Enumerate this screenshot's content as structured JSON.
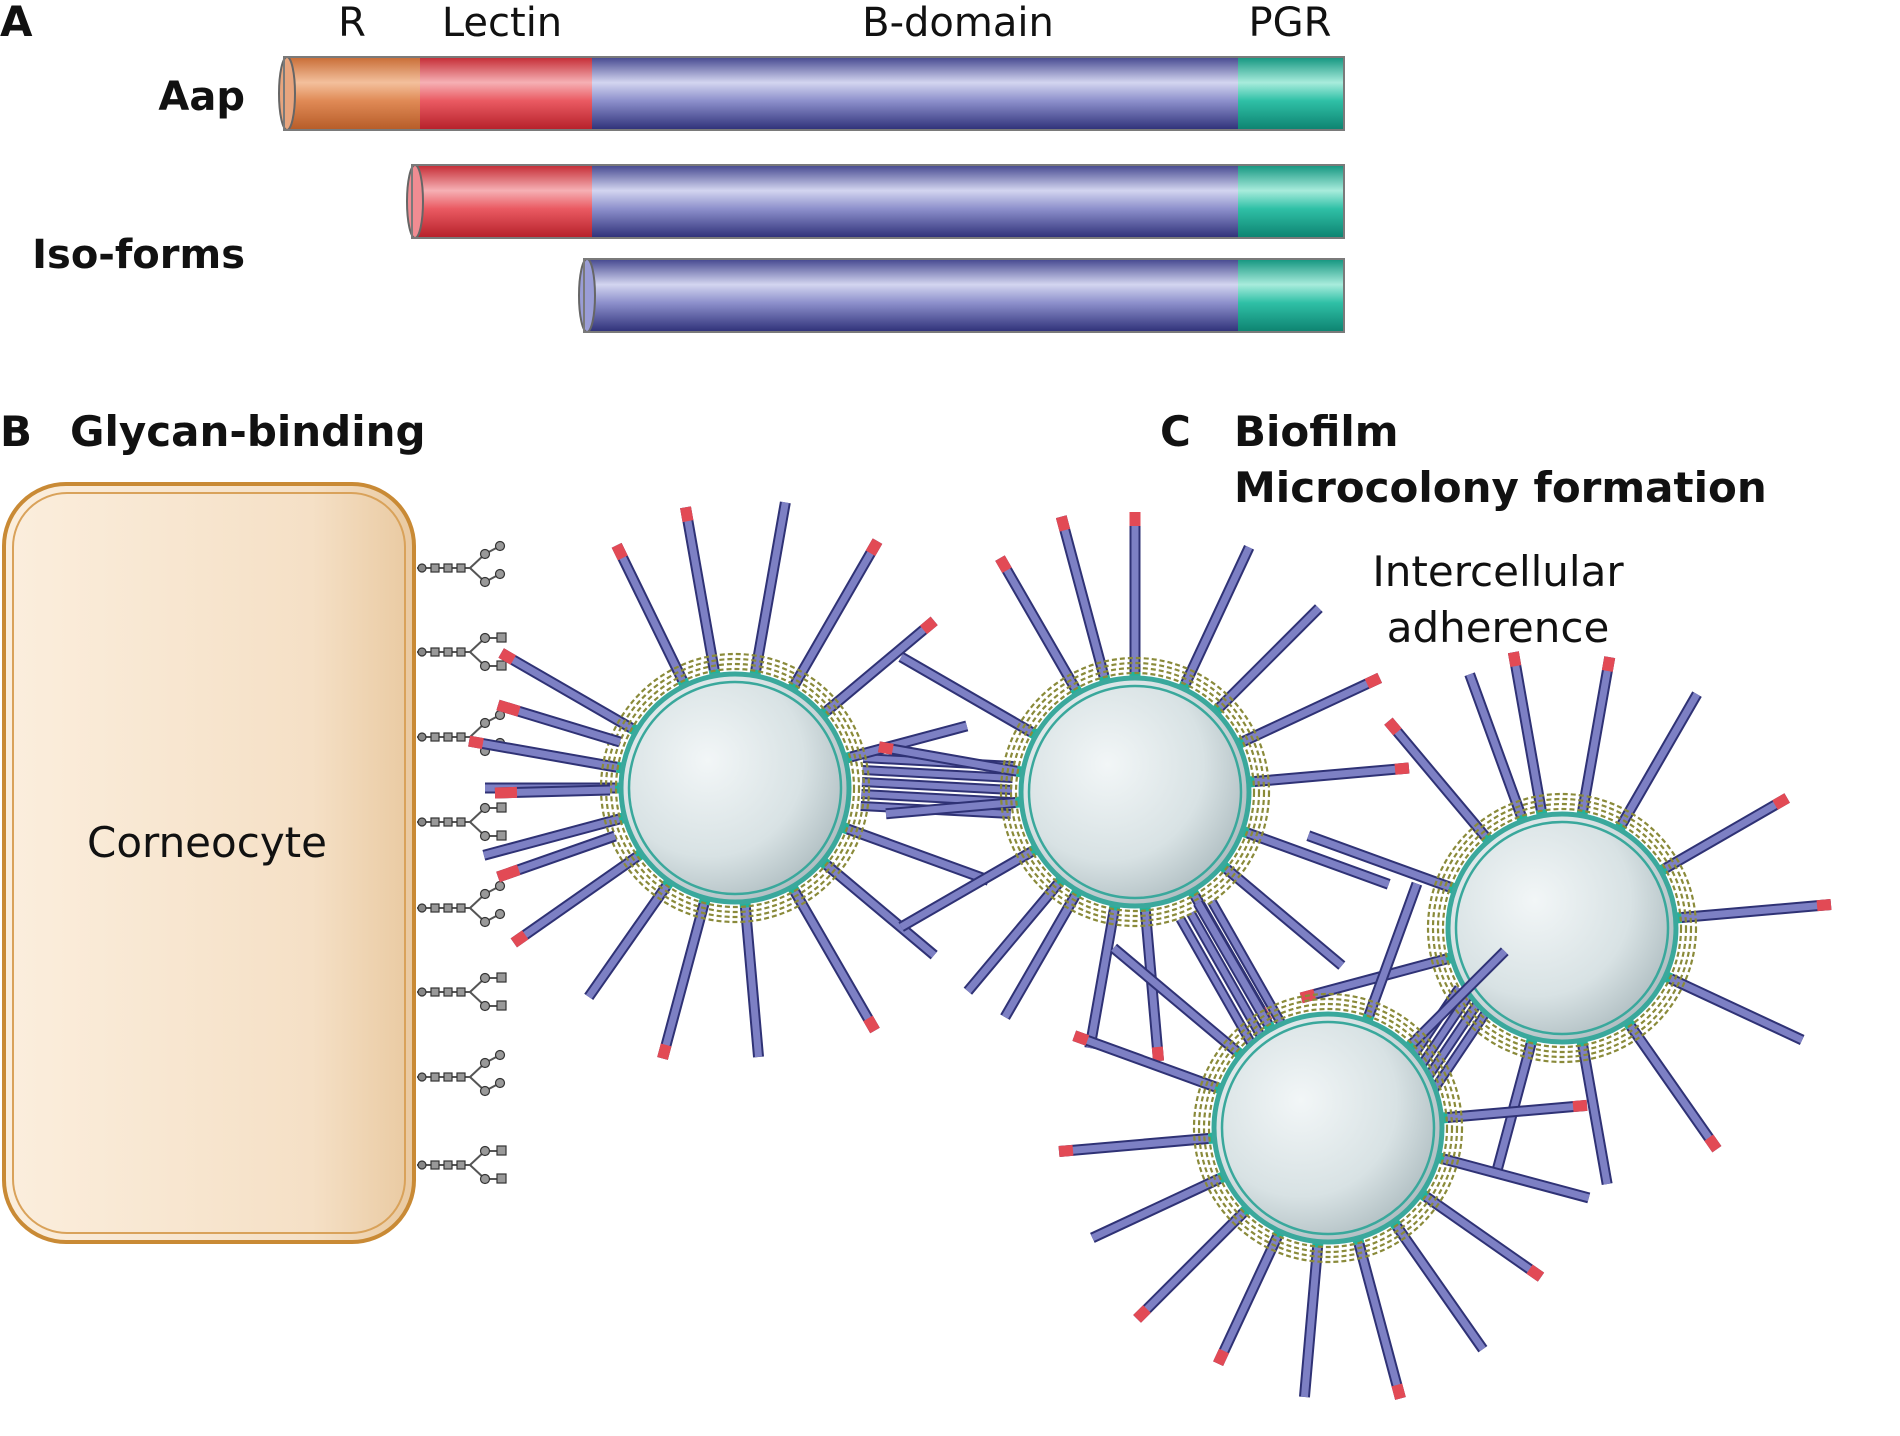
{
  "panel_a": {
    "letter": "A",
    "domain_labels": {
      "r": "R",
      "lectin": "Lectin",
      "b_domain": "B-domain",
      "pgr": "PGR"
    },
    "aap_label": "Aap",
    "isoforms_label": "Iso-forms"
  },
  "panel_b": {
    "letter": "B",
    "title": "Glycan-binding",
    "cell_label": "Corneocyte"
  },
  "panel_c": {
    "letter": "C",
    "title_line1": "Biofilm",
    "title_line2": "Microcolony formation",
    "annotation_line1": "Intercellular",
    "annotation_line2": "adherence"
  },
  "colors": {
    "r_domain": "#d9804a",
    "lectin": "#e2474f",
    "b_domain": "#4b4f9e",
    "pgr": "#22b39a",
    "cell_fill": "#f3ddc0",
    "cell_border": "#c98a35",
    "bacterium_wall": "#3aa89c",
    "glycan": "#555555",
    "tip": "#e24a55"
  }
}
